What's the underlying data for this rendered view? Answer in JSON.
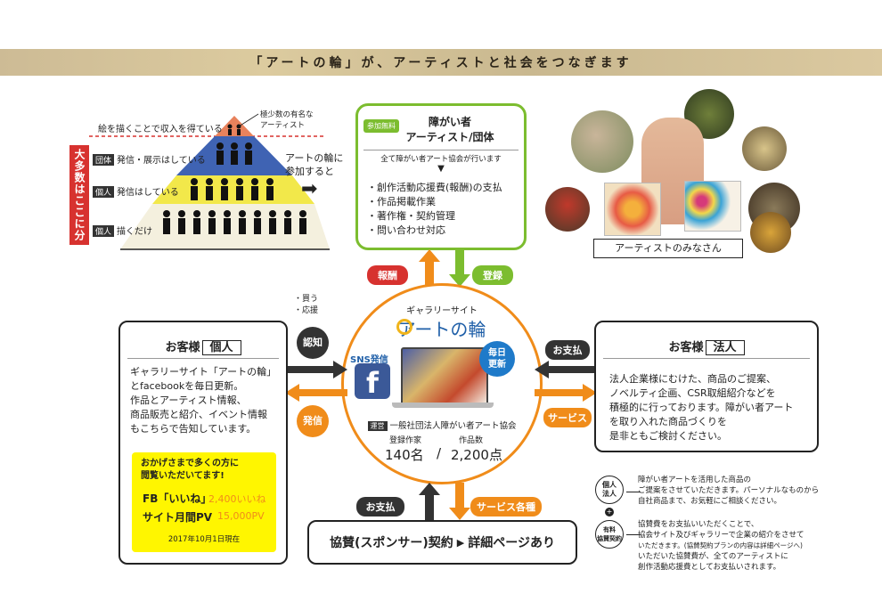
{
  "banner": {
    "title": "「アートの輪」が、アーティストと社会をつなぎます"
  },
  "pyramid": {
    "top_label": "絵を描くことで収入を得ている",
    "famous_label_1": "極少数の有名な",
    "famous_label_2": "アーティスト",
    "tier1_tag": "団体",
    "tier1_text": "発信・展示はしている",
    "tier2_tag": "個人",
    "tier2_text": "発信はしている",
    "tier3_tag": "個人",
    "tier3_text": "描くだけ",
    "majority_label": "大多数はここに分類",
    "join_label_1": "アートの輪に",
    "join_label_2": "参加すると",
    "arrow": "➡"
  },
  "artist_box": {
    "tag": "参加無料",
    "title_1": "障がい者",
    "title_2": "アーティスト/団体",
    "note": "全て障がい者アート協会が行います",
    "marker": "▼",
    "items": [
      "・創作活動応援費(報酬)の支払",
      "・作品掲載作業",
      "・著作権・契約管理",
      "・問い合わせ対応"
    ]
  },
  "artists_caption": "アーティストのみなさん",
  "flows": {
    "reward": "報酬",
    "register": "登録",
    "recognition": "認知",
    "buy_1": "・買う",
    "buy_2": "・応援",
    "send": "発信",
    "payment_right": "お支払",
    "service_right": "サービス",
    "payment_bottom": "お支払",
    "services_bottom": "サービス各種"
  },
  "gallery": {
    "site_label": "ギャラリーサイト",
    "logo": "アートの輪",
    "sns": "SNS発信",
    "daily_1": "毎日",
    "daily_2": "更新",
    "operator_tag": "運営",
    "operator": "一般社団法人障がい者アート協会",
    "artists_label": "登録作家",
    "works_label": "作品数",
    "artists_count": "140名",
    "separator": "/",
    "works_count": "2,200点"
  },
  "individual_box": {
    "head": "お客様",
    "kind": "個人",
    "lines": [
      "ギャラリーサイト「アートの輪」",
      "とfacebookを毎日更新。",
      "作品とアーティスト情報、",
      "商品販売と紹介、イベント情報",
      "もこちらで告知しています。"
    ],
    "thanks_1": "おかげさまで多くの方に",
    "thanks_2": "閲覧いただいてます!",
    "fb_label": "FB「いいね」",
    "fb_value": "2,400いいね",
    "pv_label": "サイト月間PV",
    "pv_value": "15,000PV",
    "date": "2017年10月1日現在"
  },
  "corporate_box": {
    "head": "お客様",
    "kind": "法人",
    "lines": [
      "法人企業様にむけた、商品のご提案、",
      "ノベルティ企画、CSR取組紹介などを",
      "積極的に行っております。障がい者アート",
      "を取り入れた商品づくりを",
      "是非ともご検討ください。"
    ]
  },
  "sponsor": {
    "text": "協賛(スポンサー)契約",
    "arrow": "▶",
    "more": "詳細ページあり"
  },
  "notes": {
    "circle1": "個人\n法人",
    "circle2": "有料\n協賛契約",
    "connector": "+",
    "note1": [
      "障がい者アートを活用した商品の",
      "ご提案をさせていただきます。パーソナルなものから",
      "自社商品まで、お気軽にご相談ください。"
    ],
    "note2": [
      "協賛費をお支払いいただくことで、",
      "協会サイト及びギャラリーで企業の紹介をさせて",
      "いただきます。(協賛契約プランの内容は詳細ページへ)",
      "いただいた協賛費が、全てのアーティストに",
      "創作活動応援費としてお支払いされます。"
    ]
  },
  "colors": {
    "red": "#d7322f",
    "green": "#7cbd2f",
    "orange": "#f08c1a",
    "dark": "#333333",
    "yellow": "#fff600"
  }
}
